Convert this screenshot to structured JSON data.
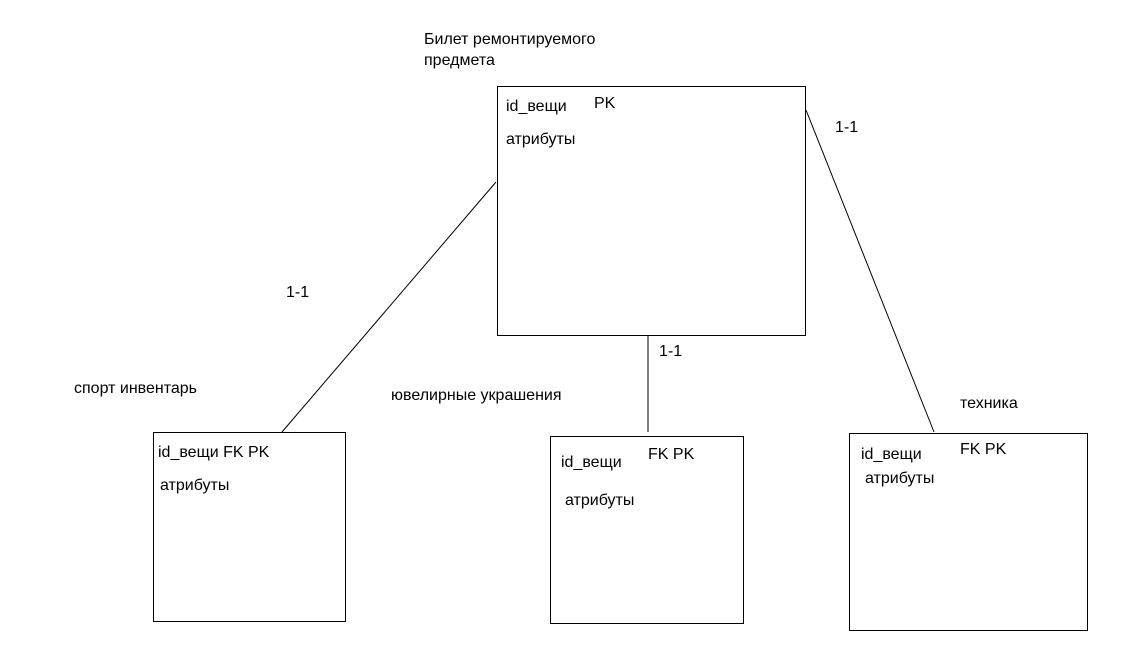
{
  "parent": {
    "title_line1": "Билет ремонтируемого",
    "title_line2": "предмета",
    "id": "id_вещи",
    "key": "PK",
    "attrs": "атрибуты"
  },
  "children": {
    "sport": {
      "label": "спорт инвентарь",
      "id_key": "id_вещи FK PK",
      "attrs": "атрибуты"
    },
    "jewelry": {
      "label": "ювелирные украшения",
      "id": "id_вещи",
      "key": "FK PK",
      "attrs": "атрибуты"
    },
    "tech": {
      "label": "техника",
      "id": "id_вещи",
      "key": "FK PK",
      "attrs": "атрибуты"
    }
  },
  "relations": {
    "left": "1-1",
    "middle": "1-1",
    "right": "1-1"
  }
}
